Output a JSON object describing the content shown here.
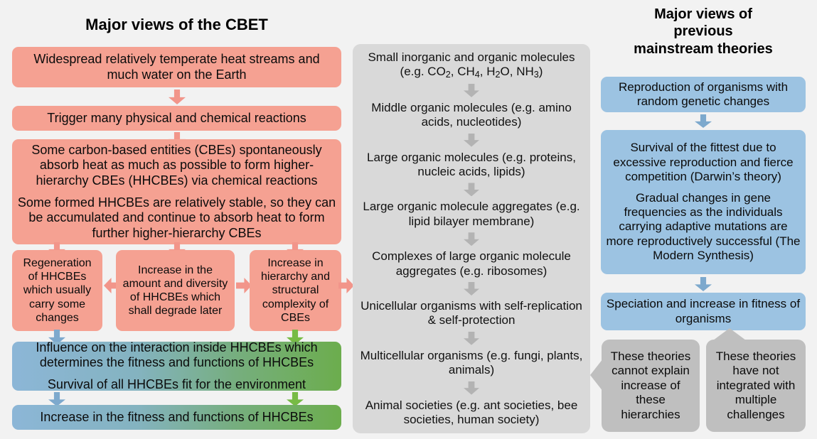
{
  "titles": {
    "left": "Major views of the CBET",
    "right": "Major views of\npreviousmainstream theories",
    "right_l1": "Major views of",
    "right_l2": "previous",
    "right_l3": "mainstream theories"
  },
  "colors": {
    "background": "#f2f2f2",
    "pink": "#f5a192",
    "blue": "#9cc3e2",
    "gray_column": "#d9d9d9",
    "gray_callout": "#bfbfbf",
    "gradient_start": "#8cb6d7",
    "gradient_end": "#6cad4d",
    "arrow_pink": "#f2958a",
    "arrow_blue": "#7da9cd",
    "arrow_green": "#77bb45",
    "arrow_gray": "#b3b3b3"
  },
  "left_column": {
    "box1": "Widespread relatively temperate heat streams and much water on the Earth",
    "box2": "Trigger many physical and chemical reactions",
    "box3_para1": "Some carbon-based entities (CBEs) spontaneously absorb heat as much as possible to form higher-hierarchy CBEs (HHCBEs) via chemical reactions",
    "box3_para2": "Some formed HHCBEs are relatively stable, so they can be accumulated and continue to absorb heat to form further higher-hierarchy CBEs",
    "box4a": "Regeneration of HHCBEs which usually carry some changes",
    "box4b": "Increase in the amount and diversity of HHCBEs which shall degrade later",
    "box4c": "Increase in hierarchy and structural complexity of CBEs",
    "box5_para1": "Influence on the interaction inside HHCBEs which determines the fitness and functions of HHCBEs",
    "box5_para2": "Survival of all HHCBEs fit for the environment",
    "box6": "Increase in the fitness and functions of HHCBEs"
  },
  "middle_column": {
    "items": [
      "Small inorganic and organic molecules (e.g. CO<sub>2</sub>, CH<sub>4</sub>, H<sub>2</sub>O, NH<sub>3</sub>)",
      "Middle organic molecules (e.g. amino acids, nucleotides)",
      "Large organic molecules (e.g. proteins, nucleic acids, lipids)",
      "Large organic molecule aggregates (e.g. lipid bilayer membrane)",
      "Complexes of large organic molecule aggregates (e.g. ribosomes)",
      "Unicellular organisms with self-replication &amp; self-protection",
      "Multicellular organisms (e.g. fungi, plants, animals)",
      "Animal societies (e.g. ant societies, bee societies, human society)"
    ],
    "items_plain": [
      "Small inorganic and organic molecules (e.g. CO2, CH4, H2O, NH3)",
      "Middle organic molecules (e.g. amino acids, nucleotides)",
      "Large organic molecules (e.g. proteins, nucleic acids, lipids)",
      "Large organic molecule aggregates (e.g. lipid bilayer membrane)",
      "Complexes of large organic molecule aggregates (e.g. ribosomes)",
      "Unicellular organisms with self-replication & self-protection",
      "Multicellular organisms (e.g. fungi, plants, animals)",
      "Animal societies (e.g. ant societies, bee societies, human society)"
    ]
  },
  "right_column": {
    "box1": "Reproduction of organisms with random genetic changes",
    "box2_para1": "Survival of the fittest due to excessive reproduction and fierce competition (Darwin’s theory)",
    "box2_para2": "Gradual changes in gene frequencies as the individuals carrying adaptive mutations are more reproductively successful (The Modern Synthesis)",
    "box3": "Speciation and increase in fitness of organisms",
    "callout_left": "These theories cannot explain increase of these hierarchies",
    "callout_right": "These theories have not integrated with multiple challenges"
  }
}
